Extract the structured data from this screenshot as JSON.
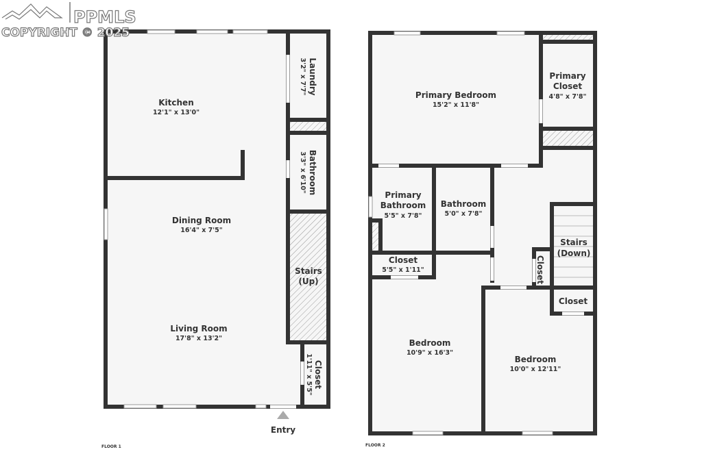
{
  "watermark": {
    "brand": "PPMLS",
    "copyright": "COPYRIGHT © 2025"
  },
  "floor1": {
    "label": "FLOOR 1",
    "entry": "Entry",
    "rooms": [
      {
        "name": "Kitchen",
        "dims": "12'1\" x 13'0\""
      },
      {
        "name": "Dining Room",
        "dims": "16'4\" x 7'5\""
      },
      {
        "name": "Living Room",
        "dims": "17'8\" x 13'2\""
      },
      {
        "name": "Laundry",
        "dims": "3'2\" x 7'7\""
      },
      {
        "name": "Bathroom",
        "dims": "3'3\" x 6'10\""
      },
      {
        "name": "Stairs",
        "sub": "(Up)"
      },
      {
        "name": "Closet",
        "dims": "1'11\" x 5'5\""
      }
    ]
  },
  "floor2": {
    "label": "FLOOR 2",
    "rooms": [
      {
        "name": "Primary Bedroom",
        "dims": "15'2\" x 11'8\""
      },
      {
        "name": "Primary",
        "name2": "Closet",
        "dims": "4'8\" x 7'8\""
      },
      {
        "name": "Primary",
        "name2": "Bathroom",
        "dims": "5'5\" x 7'8\""
      },
      {
        "name": "Bathroom",
        "dims": "5'0\" x 7'8\""
      },
      {
        "name": "Closet",
        "dims": "5'5\" x 1'11\""
      },
      {
        "name": "Stairs",
        "sub": "(Down)"
      },
      {
        "name": "Closet"
      },
      {
        "name": "Closet"
      },
      {
        "name": "Bedroom",
        "dims": "10'9\" x 16'3\""
      },
      {
        "name": "Bedroom",
        "dims": "10'0\" x 12'11\""
      }
    ]
  },
  "colors": {
    "wall": "#333333",
    "floor": "#f6f6f6",
    "entry_marker": "#aaaaaa"
  }
}
